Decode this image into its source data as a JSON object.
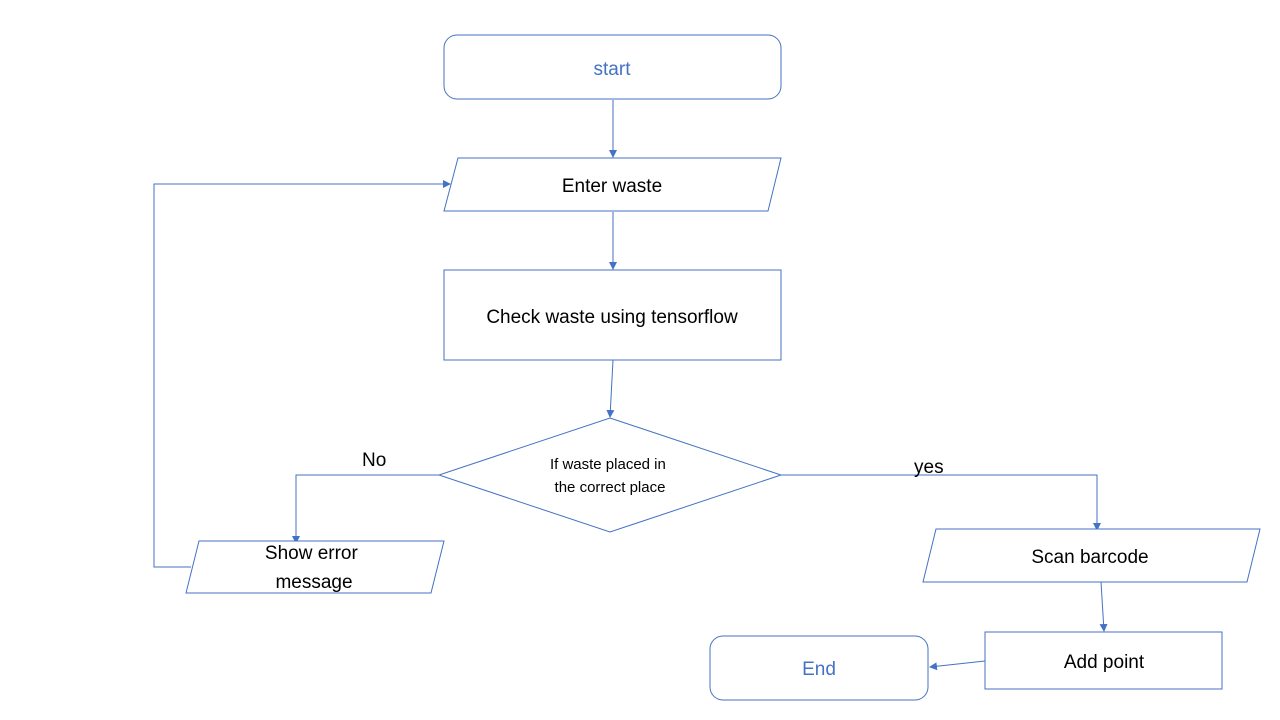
{
  "colors": {
    "stroke": "#4472c4",
    "terminal_text": "#4472c4",
    "text": "#000000",
    "background": "#ffffff"
  },
  "nodes": {
    "start": {
      "label": "start",
      "shape": "terminal"
    },
    "enter_waste": {
      "label": "Enter waste",
      "shape": "parallelogram"
    },
    "check_waste": {
      "label": "Check waste using tensorflow",
      "shape": "process"
    },
    "decision": {
      "lines": [
        "If waste placed in",
        "the correct place"
      ],
      "shape": "decision"
    },
    "show_error": {
      "lines": [
        "Show error",
        "message"
      ],
      "shape": "parallelogram"
    },
    "scan_barcode": {
      "label": "Scan barcode",
      "shape": "parallelogram"
    },
    "add_point": {
      "label": "Add point",
      "shape": "process"
    },
    "end": {
      "label": "End",
      "shape": "terminal"
    }
  },
  "edge_labels": {
    "no": "No",
    "yes": "yes"
  }
}
